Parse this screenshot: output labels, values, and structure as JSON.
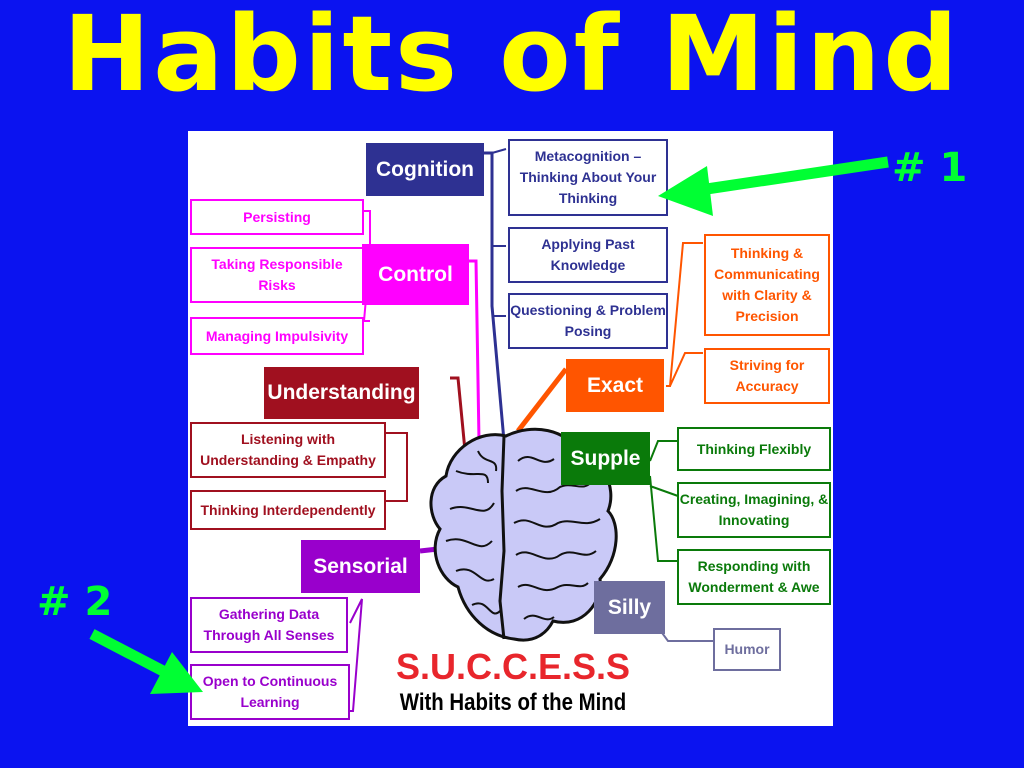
{
  "slide": {
    "title": "Habits of Mind"
  },
  "markers": {
    "one": "# 1",
    "two": "# 2"
  },
  "categories": {
    "cognition": "Cognition",
    "control": "Control",
    "understanding": "Understanding",
    "sensorial": "Sensorial",
    "exact": "Exact",
    "supple": "Supple",
    "silly": "Silly"
  },
  "habits": {
    "metacognition": "Metacognition – Thinking About Your Thinking",
    "applying_past_knowledge": "Applying Past Knowledge",
    "questioning": "Questioning & Problem Posing",
    "persisting": "Persisting",
    "taking_risks": "Taking Responsible Risks",
    "managing_impulsivity": "Managing Impulsivity",
    "listening": "Listening with Understanding & Empathy",
    "thinking_interdependently": "Thinking Interdependently",
    "gathering_data": "Gathering Data Through All Senses",
    "open_learning": "Open to Continuous Learning",
    "clarity": "Thinking & Communicating with Clarity & Precision",
    "accuracy": "Striving for Accuracy",
    "flexibly": "Thinking Flexibly",
    "creating": "Creating, Imagining, & Innovating",
    "wonderment": "Responding with Wonderment & Awe",
    "humor": "Humor"
  },
  "slogan": {
    "acronym": "S.U.C.C.E.S.S",
    "subtitle": "With Habits of the Mind"
  },
  "colors": {
    "background": "#0b13f0",
    "title": "#ffff00",
    "marker": "#00ff33",
    "cognition": "#2e3192",
    "control": "#ff00ff",
    "understanding": "#a0101f",
    "sensorial": "#9900cc",
    "exact": "#ff5500",
    "supple": "#0a7a0a",
    "silly": "#6e6e9e",
    "brain": "#c9c9f7"
  }
}
